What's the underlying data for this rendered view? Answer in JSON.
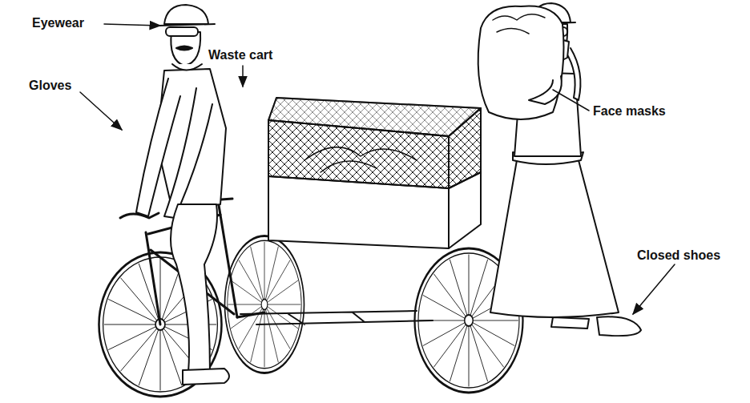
{
  "diagram": {
    "labels": [
      "Eyewear",
      "Waste cart",
      "Gloves",
      "Face masks",
      "Closed shoes"
    ]
  }
}
